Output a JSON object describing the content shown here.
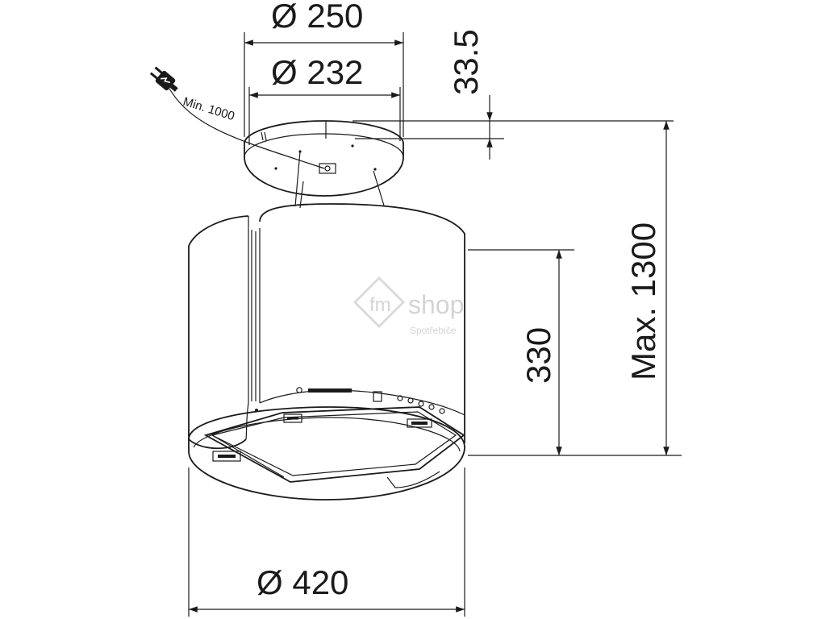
{
  "dimensions": {
    "diameter_250": "Ø 250",
    "diameter_232": "Ø 232",
    "height_33_5": "33.5",
    "cable_min": "Min. 1000",
    "max_height": "Max. 1300",
    "body_height": "330",
    "diameter_420": "Ø 420"
  },
  "watermark": {
    "logo": "fm",
    "name": "shop",
    "sub": "Spotřebiče"
  },
  "colors": {
    "line": "#1a1a1a",
    "watermark": "#d0d0d0"
  }
}
